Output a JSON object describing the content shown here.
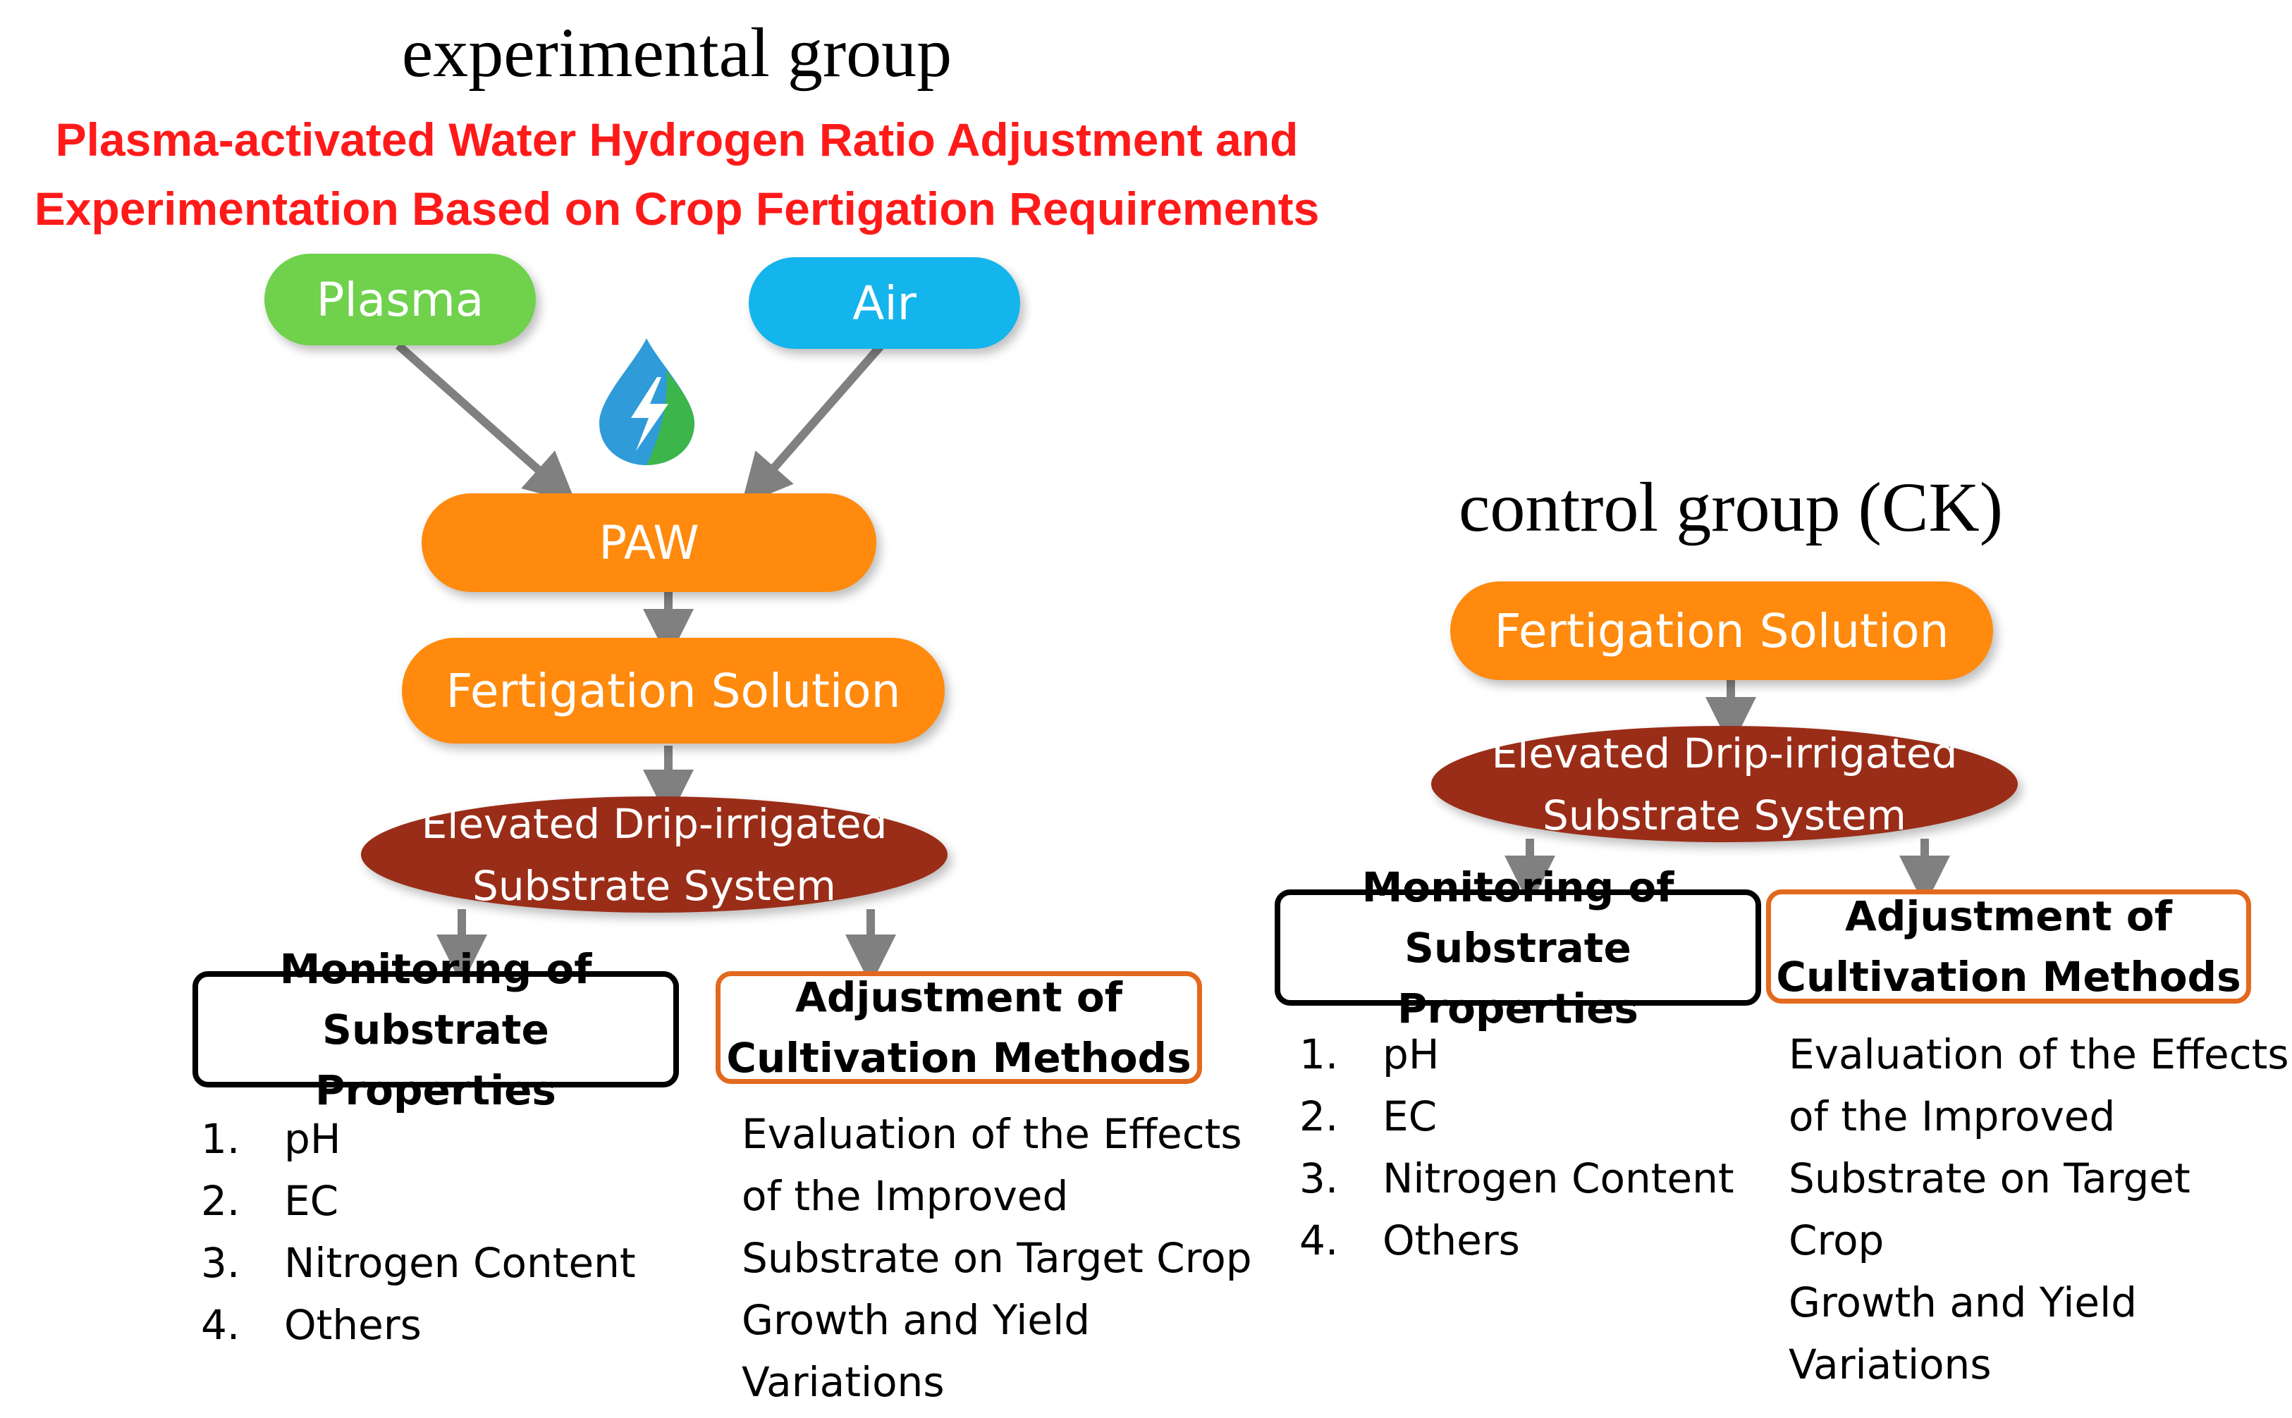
{
  "experimental": {
    "title": "experimental  group",
    "subtitle_line1": "Plasma-activated Water Hydrogen Ratio Adjustment and",
    "subtitle_line2": "Experimentation Based on Crop Fertigation Requirements",
    "plasma": "Plasma",
    "air": "Air",
    "paw": "PAW",
    "fertigation": "Fertigation Solution",
    "system_line1": "Elevated Drip-irrigated",
    "system_line2": "Substrate System",
    "monitoring_line1": "Monitoring of",
    "monitoring_line2": "Substrate Properties",
    "adjustment_line1": "Adjustment of",
    "adjustment_line2": "Cultivation Methods",
    "properties": [
      {
        "num": "1.",
        "label": "pH"
      },
      {
        "num": "2.",
        "label": "EC"
      },
      {
        "num": "3.",
        "label": "Nitrogen Content"
      },
      {
        "num": "4.",
        "label": "Others"
      }
    ],
    "evaluation_lines": [
      "Evaluation of the Effects",
      "of the Improved",
      "Substrate on Target Crop",
      "Growth and Yield",
      "Variations"
    ]
  },
  "control": {
    "title": "control group (CK)",
    "fertigation": "Fertigation Solution",
    "system_line1": "Elevated Drip-irrigated",
    "system_line2": "Substrate System",
    "monitoring_line1": "Monitoring of",
    "monitoring_line2": "Substrate Properties",
    "adjustment_line1": "Adjustment of",
    "adjustment_line2": "Cultivation Methods",
    "properties": [
      {
        "num": "1.",
        "label": "pH"
      },
      {
        "num": "2.",
        "label": "EC"
      },
      {
        "num": "3.",
        "label": "Nitrogen Content"
      },
      {
        "num": "4.",
        "label": "Others"
      }
    ],
    "evaluation_lines": [
      "Evaluation of the Effects",
      "of the Improved",
      "Substrate on Target Crop",
      "Growth and Yield",
      "Variations"
    ]
  },
  "icons": {
    "logo": "plasma-water-drop-icon"
  },
  "colors": {
    "plasma": "#6fd14c",
    "air": "#14b4ec",
    "orange": "#ff8a0d",
    "brown": "#9a2d18",
    "subtitle": "#ff1a1a",
    "arrow": "#808080",
    "box_orange_border": "#e2691e"
  }
}
